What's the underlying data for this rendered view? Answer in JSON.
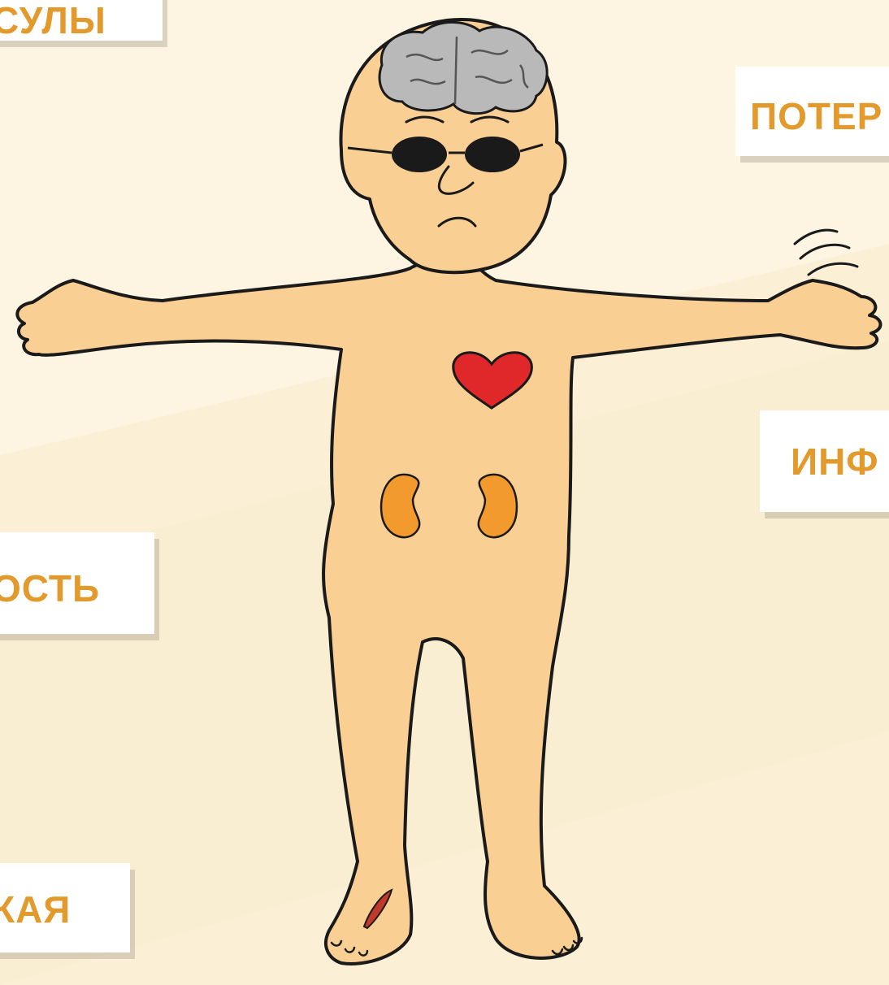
{
  "labels": {
    "top_left": "СУЛЫ",
    "top_right": "ПОТЕР",
    "mid_right": "ИНФ",
    "mid_left": "ОСТЬ",
    "bottom_left": "КАЯ"
  },
  "colors": {
    "background": "#fbf0d6",
    "label_text": "#e39a2c",
    "skin": "#f9cf93",
    "brain": "#b9b9b9",
    "heart": "#e0272a",
    "kidney": "#f29a2e",
    "wound": "#c0392b"
  },
  "icons": [
    "brain-icon",
    "glasses-icon",
    "heart-icon",
    "kidney-icon",
    "wound-icon"
  ]
}
